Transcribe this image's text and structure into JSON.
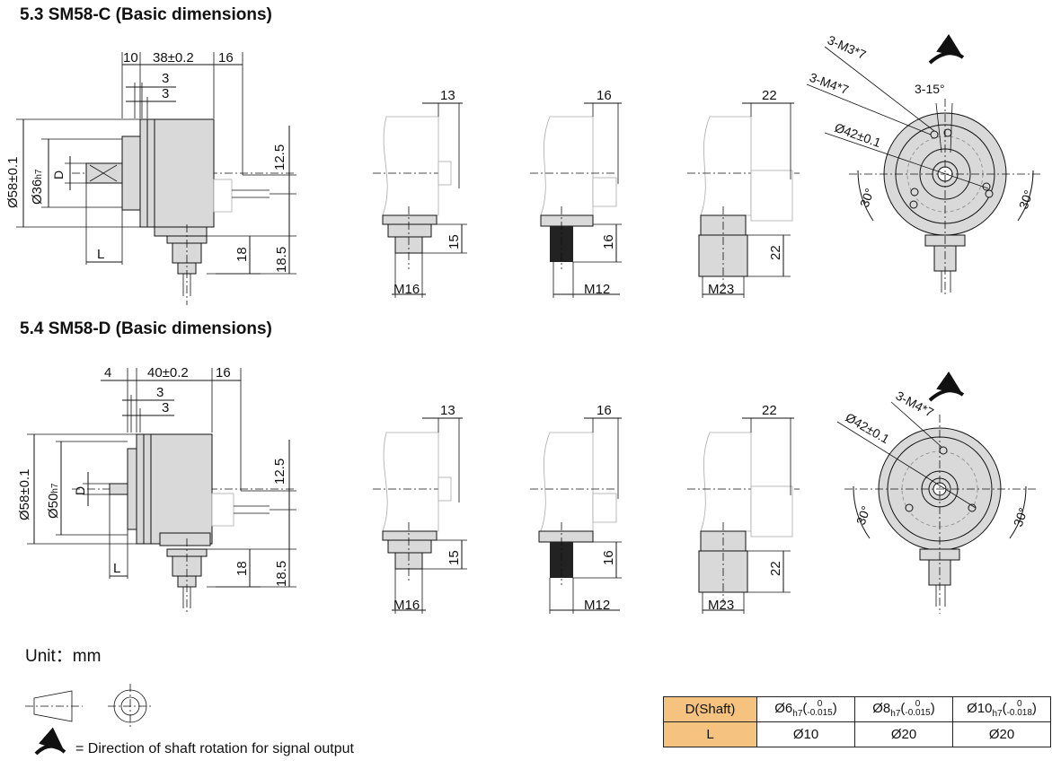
{
  "sections": [
    {
      "title": "5.3 SM58-C (Basic dimensions)",
      "side_dims": {
        "d1": "10",
        "d2": "38±0.2",
        "d3": "16",
        "d4": "3",
        "d5": "3",
        "dia_body": "Ø58±0.1",
        "dia_pilot": "Ø36",
        "pilot_tol": "h7",
        "d_label": "D",
        "l_label": "L",
        "v1": "12.5",
        "v2": "18",
        "v3": "18.5"
      },
      "variants": [
        {
          "top": "13",
          "bottom_label": "M16",
          "side": "15"
        },
        {
          "top": "16",
          "bottom_label": "M12",
          "side": "16"
        },
        {
          "top": "22",
          "bottom_label": "M23",
          "side": "22"
        }
      ],
      "front_dims": {
        "holes1": "3-M3*7",
        "holes2": "3-M4*7",
        "angle_top": "3-15°",
        "pcd": "Ø42±0.1",
        "angle_left": "30°",
        "angle_right": "30°"
      }
    },
    {
      "title": "5.4 SM58-D (Basic dimensions)",
      "side_dims": {
        "d1": "4",
        "d2": "40±0.2",
        "d3": "16",
        "d4": "3",
        "d5": "3",
        "dia_body": "Ø58±0.1",
        "dia_pilot": "Ø50",
        "pilot_tol": "h7",
        "d_label": "D",
        "l_label": "L",
        "v1": "12.5",
        "v2": "18",
        "v3": "18.5"
      },
      "variants": [
        {
          "top": "13",
          "bottom_label": "M16",
          "side": "15"
        },
        {
          "top": "16",
          "bottom_label": "M12",
          "side": "16"
        },
        {
          "top": "22",
          "bottom_label": "M23",
          "side": "22"
        }
      ],
      "front_dims": {
        "holes2": "3-M4*7",
        "pcd": "Ø42±0.1",
        "angle_left": "30°",
        "angle_right": "30°"
      }
    }
  ],
  "unit": "Unit：mm",
  "legend_text": "= Direction of shaft rotation for signal output",
  "table": {
    "header": "D(Shaft)",
    "row2_label": "L",
    "cols": [
      {
        "dia": "Ø6",
        "tol": "h7",
        "up": "0",
        "low": "-0.015",
        "close": ")",
        "open": "(",
        "l": "Ø10"
      },
      {
        "dia": "Ø8",
        "tol": "h7",
        "up": "0",
        "low": "-0.015",
        "close": ")",
        "open": "(",
        "l": "Ø20"
      },
      {
        "dia": "Ø10",
        "tol": "h7",
        "up": "0",
        "low": "-0.018",
        "close": ")",
        "open": "(",
        "l": "Ø20"
      }
    ]
  },
  "colors": {
    "table_header": "#f5c27f",
    "encoder_body": "#d9d9d9"
  }
}
